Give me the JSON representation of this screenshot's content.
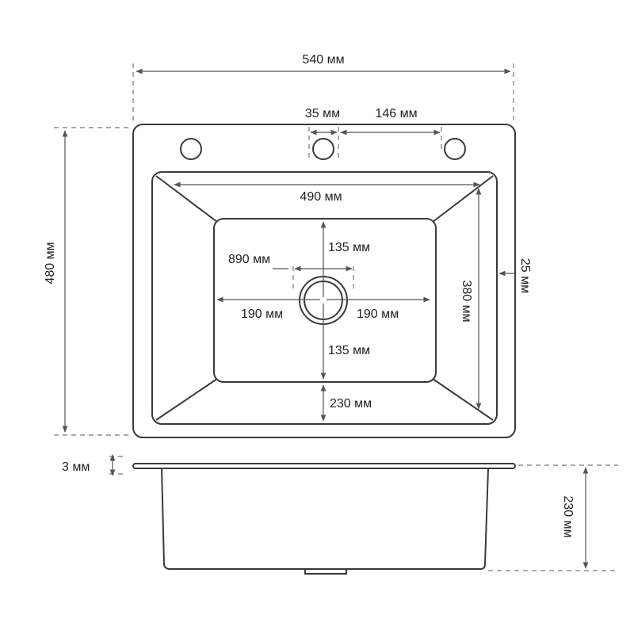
{
  "top_view": {
    "overall_width": "540 мм",
    "overall_depth": "480 мм",
    "hole_offset": "35 мм",
    "hole_spacing": "146 мм",
    "bowl_width": "490 мм",
    "bowl_depth": "380 мм",
    "rim_width": "25 мм",
    "drain_to_back": "135 мм",
    "drain_to_front": "135 мм",
    "drain_diameter": "890 мм",
    "drain_to_left": "190 мм",
    "drain_to_right": "190 мм",
    "bowl_height": "230 мм"
  },
  "side_view": {
    "rim_thickness": "3 мм",
    "depth": "230 мм"
  }
}
